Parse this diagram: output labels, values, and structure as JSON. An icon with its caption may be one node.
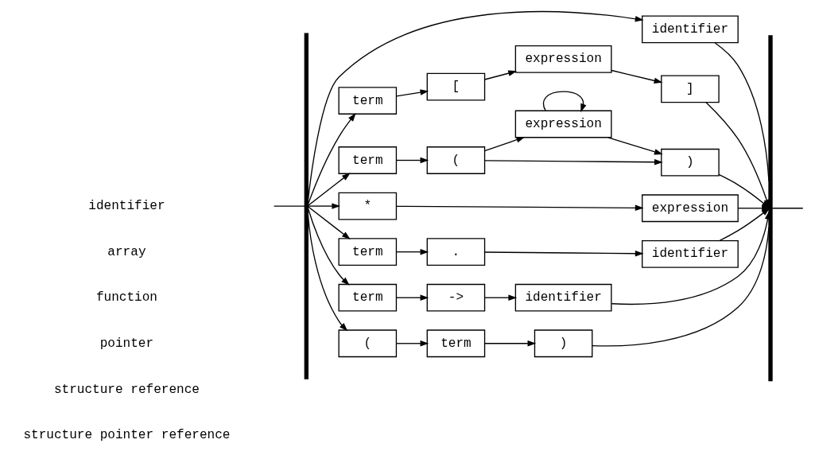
{
  "diagram": {
    "nodes": [
      {
        "text": [
          "identifier"
        ]
      },
      {
        "text": [
          "term"
        ]
      },
      {
        "text": [
          "["
        ]
      },
      {
        "text": [
          "expression"
        ]
      },
      {
        "text": [
          "]"
        ]
      },
      {
        "text": [
          "term"
        ]
      },
      {
        "text": [
          "("
        ]
      },
      {
        "text": [
          "expression"
        ]
      },
      {
        "text": [
          ")"
        ]
      },
      {
        "text": [
          "*"
        ]
      },
      {
        "text": [
          "expression"
        ]
      },
      {
        "text": [
          "term"
        ]
      },
      {
        "text": [
          "."
        ]
      },
      {
        "text": [
          "identifier"
        ]
      },
      {
        "text": [
          "term"
        ]
      },
      {
        "text": [
          "->"
        ]
      },
      {
        "text": [
          "identifier"
        ]
      },
      {
        "text": [
          "("
        ]
      },
      {
        "text": [
          "term"
        ]
      },
      {
        "text": [
          ")"
        ]
      },
      {
        "text": [],
        "shape": "bar"
      },
      {
        "text": [],
        "shape": "bar"
      }
    ],
    "edges": [
      {
        "from": null,
        "to": 20,
        "arrow": "none"
      },
      {
        "from": 20,
        "to": 0,
        "arrow": "to"
      },
      {
        "from": 0,
        "to": 21,
        "arrow": "none"
      },
      {
        "from": 21,
        "to": null,
        "arrow": "none"
      },
      {
        "from": 20,
        "to": 1,
        "arrow": "to"
      },
      {
        "from": 1,
        "to": 2,
        "arrow": "to"
      },
      {
        "from": 2,
        "to": 3,
        "arrow": "to"
      },
      {
        "from": 3,
        "to": 4,
        "arrow": "to"
      },
      {
        "from": 4,
        "to": 21,
        "arrow": "to"
      },
      {
        "from": 20,
        "to": 5,
        "arrow": "to"
      },
      {
        "from": 5,
        "to": 6,
        "arrow": "to"
      },
      {
        "from": 6,
        "to": 8,
        "arrow": "to"
      },
      {
        "from": 6,
        "to": 7,
        "arrow": "to"
      },
      {
        "from": 7,
        "to": 8,
        "arrow": "to"
      },
      {
        "from": 7,
        "to": 7,
        "arrow": "to"
      },
      {
        "from": 8,
        "to": 21,
        "arrow": "to"
      },
      {
        "from": 20,
        "to": 9,
        "arrow": "to"
      },
      {
        "from": 9,
        "to": 10,
        "arrow": "to"
      },
      {
        "from": 10,
        "to": 21,
        "arrow": "to"
      },
      {
        "from": 20,
        "to": 11,
        "arrow": "to"
      },
      {
        "from": 11,
        "to": 12,
        "arrow": "to"
      },
      {
        "from": 12,
        "to": 13,
        "arrow": "to"
      },
      {
        "from": 13,
        "to": 21,
        "arrow": "to"
      },
      {
        "from": 20,
        "to": 14,
        "arrow": "to"
      },
      {
        "from": 14,
        "to": 15,
        "arrow": "to"
      },
      {
        "from": 15,
        "to": 16,
        "arrow": "to"
      },
      {
        "from": 16,
        "to": 21,
        "arrow": "to"
      },
      {
        "from": 20,
        "to": 17,
        "arrow": "to"
      },
      {
        "from": 17,
        "to": 18,
        "arrow": "to"
      },
      {
        "from": 18,
        "to": 19,
        "arrow": "to"
      },
      {
        "from": 19,
        "to": 21,
        "arrow": "none"
      }
    ],
    "labels": [
      "identifier",
      "array",
      "function",
      "pointer",
      "structure reference",
      "structure pointer reference"
    ]
  }
}
